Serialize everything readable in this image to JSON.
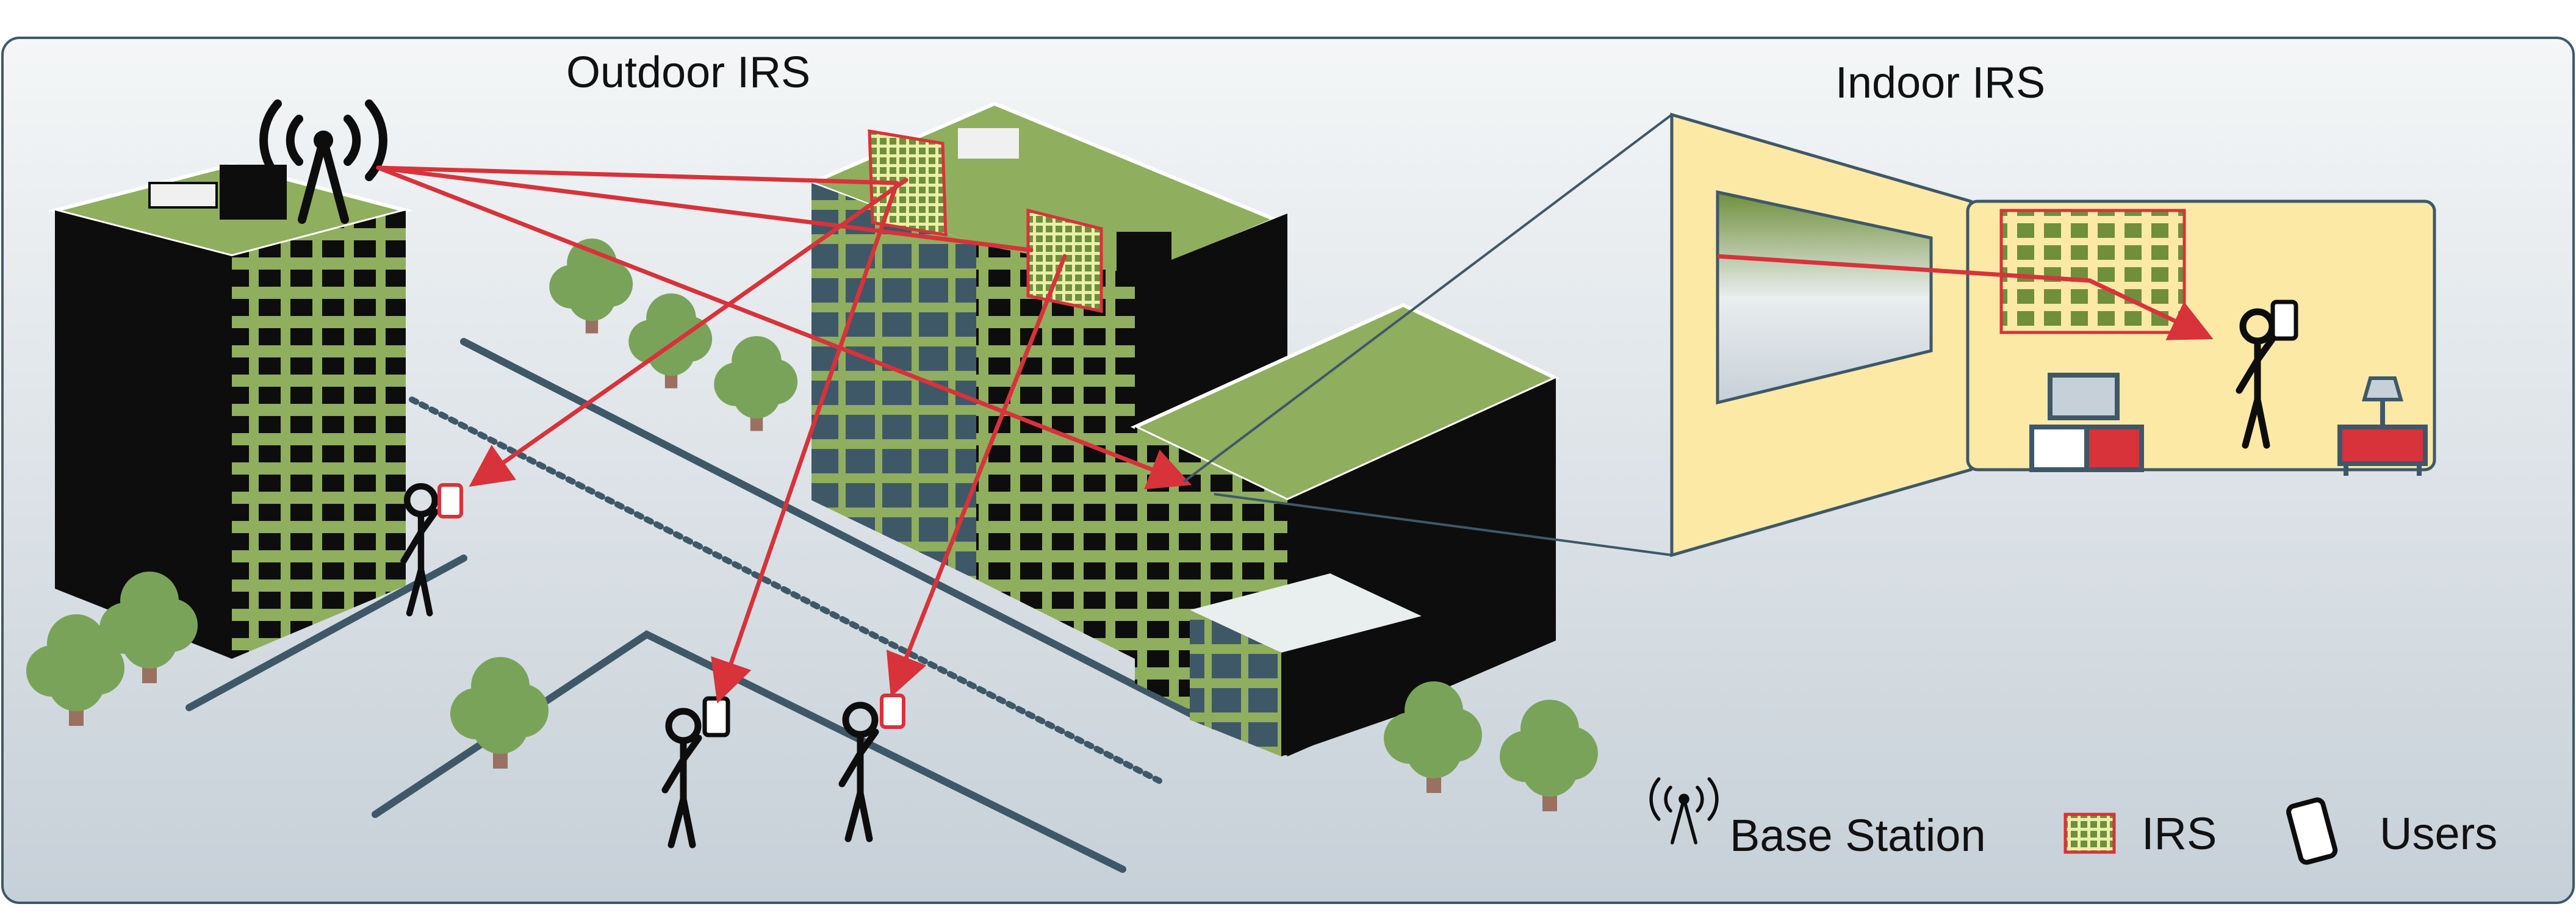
{
  "outdoor_title": "Outdoor IRS",
  "indoor_title": "Indoor IRS",
  "legend": {
    "base_station": "Base Station",
    "irs": "IRS",
    "users": "Users"
  },
  "colors": {
    "signal": "#d8323a",
    "irs_fill": "#c9dd8a",
    "irs_cell": "#6f8f3c",
    "building_green": "#8fae5e",
    "building_dark": "#0d0d0d",
    "indoor_bg": "#fde9a6",
    "tree": "#7aa35a",
    "trunk": "#9a7060",
    "road": "#3e5868",
    "panel_bg_top": "#f4f6f7",
    "panel_bg_bottom": "#c6d0d8"
  },
  "icons": [
    "base-station-icon",
    "irs-icon",
    "user-icon",
    "smartphone-icon",
    "tree-icon",
    "tv-icon",
    "lamp-icon"
  ]
}
